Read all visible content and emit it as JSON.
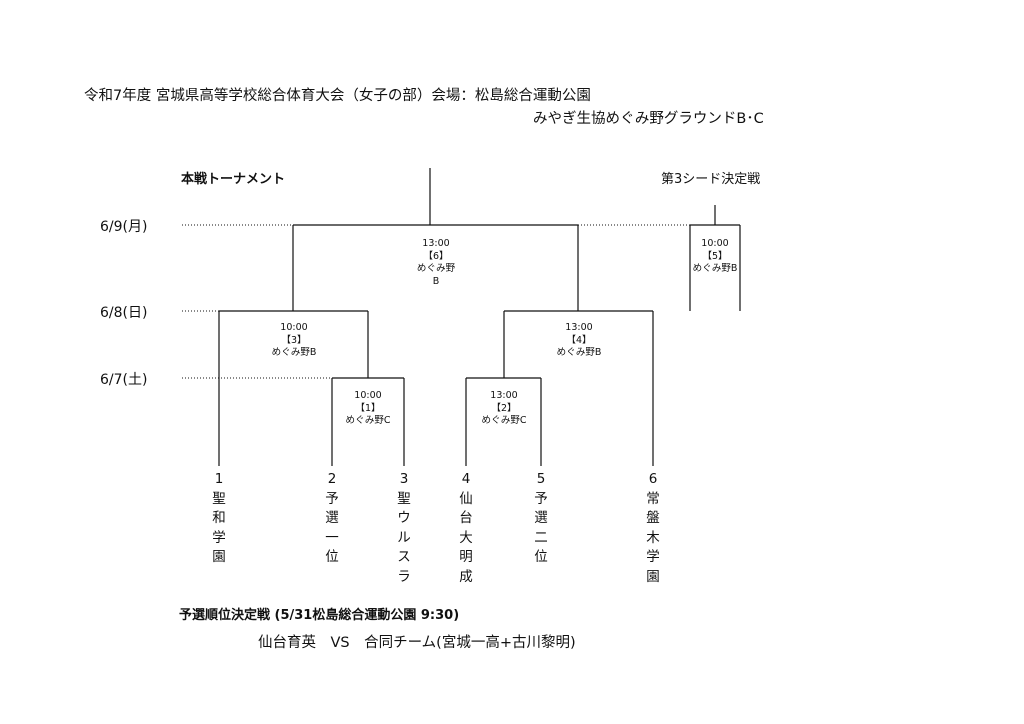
{
  "header": {
    "title": "令和7年度 宮城県高等学校総合体育大会（女子の部）会場：松島総合運動公園",
    "venue_line2": "みやぎ生協めぐみ野グラウンドB･C"
  },
  "bracket": {
    "section_title": "本戦トーナメント",
    "seed_title": "第3シード決定戦",
    "dates": [
      "6/9(月)",
      "6/8(日)",
      "6/7(土)"
    ],
    "matches": [
      {
        "id": "6",
        "time": "13:00",
        "num": "【6】",
        "venue": "めぐみ野",
        "venue2": "B"
      },
      {
        "id": "5",
        "time": "10:00",
        "num": "【5】",
        "venue": "めぐみ野B"
      },
      {
        "id": "3",
        "time": "10:00",
        "num": "【3】",
        "venue": "めぐみ野B"
      },
      {
        "id": "4",
        "time": "13:00",
        "num": "【4】",
        "venue": "めぐみ野B"
      },
      {
        "id": "1",
        "time": "10:00",
        "num": "【1】",
        "venue": "めぐみ野C"
      },
      {
        "id": "2",
        "time": "13:00",
        "num": "【2】",
        "venue": "めぐみ野C"
      }
    ],
    "teams": [
      {
        "seed": "1",
        "name": "聖和学園"
      },
      {
        "seed": "2",
        "name": "予選一位"
      },
      {
        "seed": "3",
        "name": "聖ウルスラ"
      },
      {
        "seed": "4",
        "name": "仙台大明成"
      },
      {
        "seed": "5",
        "name": "予選二位"
      },
      {
        "seed": "6",
        "name": "常盤木学園"
      }
    ]
  },
  "footer": {
    "qualifier_title": "予選順位決定戦 (5/31松島総合運動公園 9:30)",
    "qualifier_match": "仙台育英　VS　合同チーム(宮城一高+古川黎明)"
  }
}
